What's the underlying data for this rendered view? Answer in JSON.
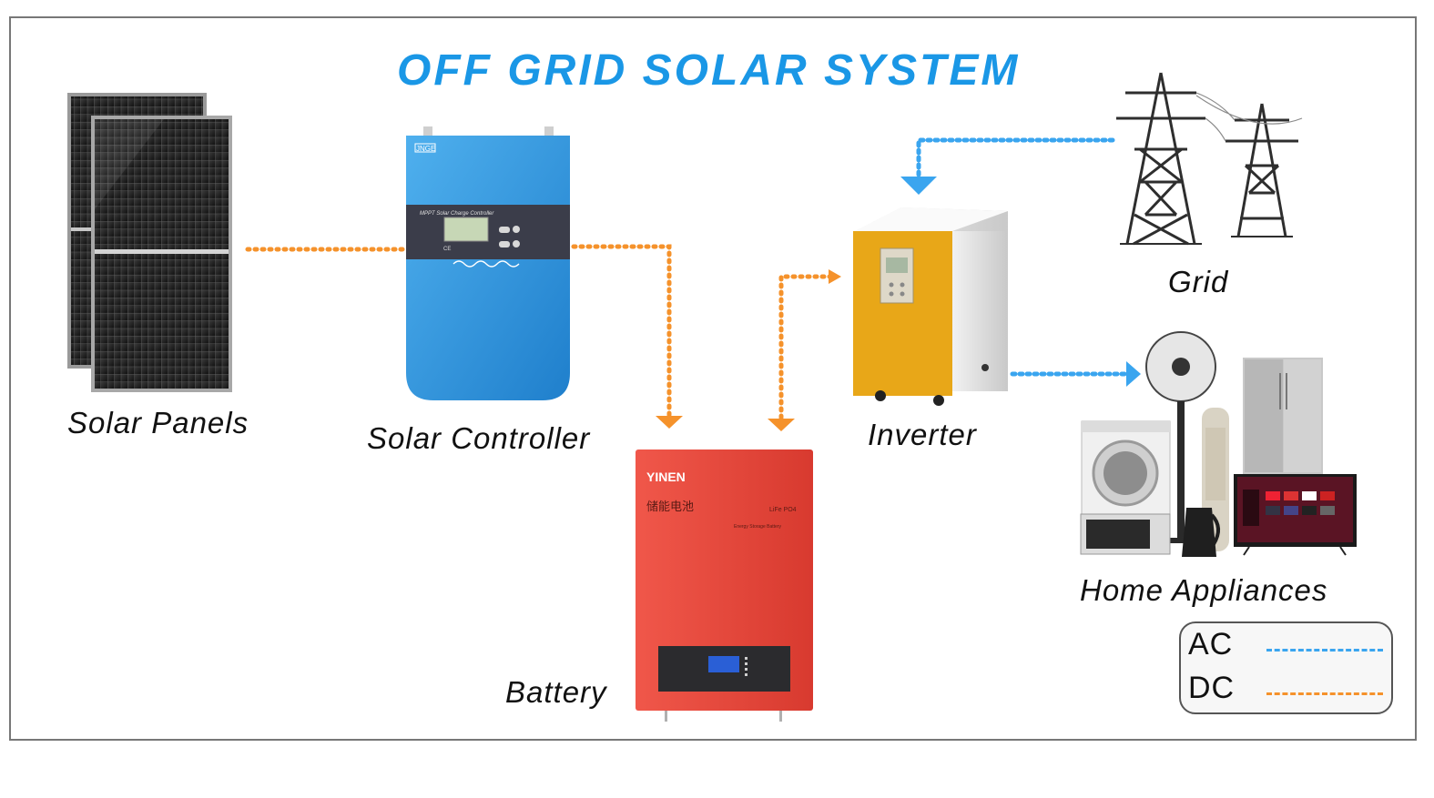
{
  "title": "OFF GRID SOLAR SYSTEM",
  "components": {
    "solar_panels": {
      "label": "Solar Panels"
    },
    "solar_controller": {
      "label": "Solar Controller",
      "brand": "JNGE",
      "panel_text": "MPPT Solar Charge Controller",
      "mark": "CE"
    },
    "battery": {
      "label": "Battery",
      "brand": "YINEN",
      "chinese_text": "储能电池",
      "chemistry": "LiFe PO4",
      "subtitle": "Energy Storage Battery"
    },
    "inverter": {
      "label": "Inverter"
    },
    "grid": {
      "label": "Grid"
    },
    "home_appliances": {
      "label": "Home Appliances"
    }
  },
  "legend": {
    "ac": {
      "label": "AC",
      "color": "#3aa5ef"
    },
    "dc": {
      "label": "DC",
      "color": "#f5922b"
    }
  },
  "colors": {
    "title": "#1a97e6",
    "controller_body": "#2f96e0",
    "battery_body": "#e6483c",
    "inverter_front": "#e8a718"
  }
}
